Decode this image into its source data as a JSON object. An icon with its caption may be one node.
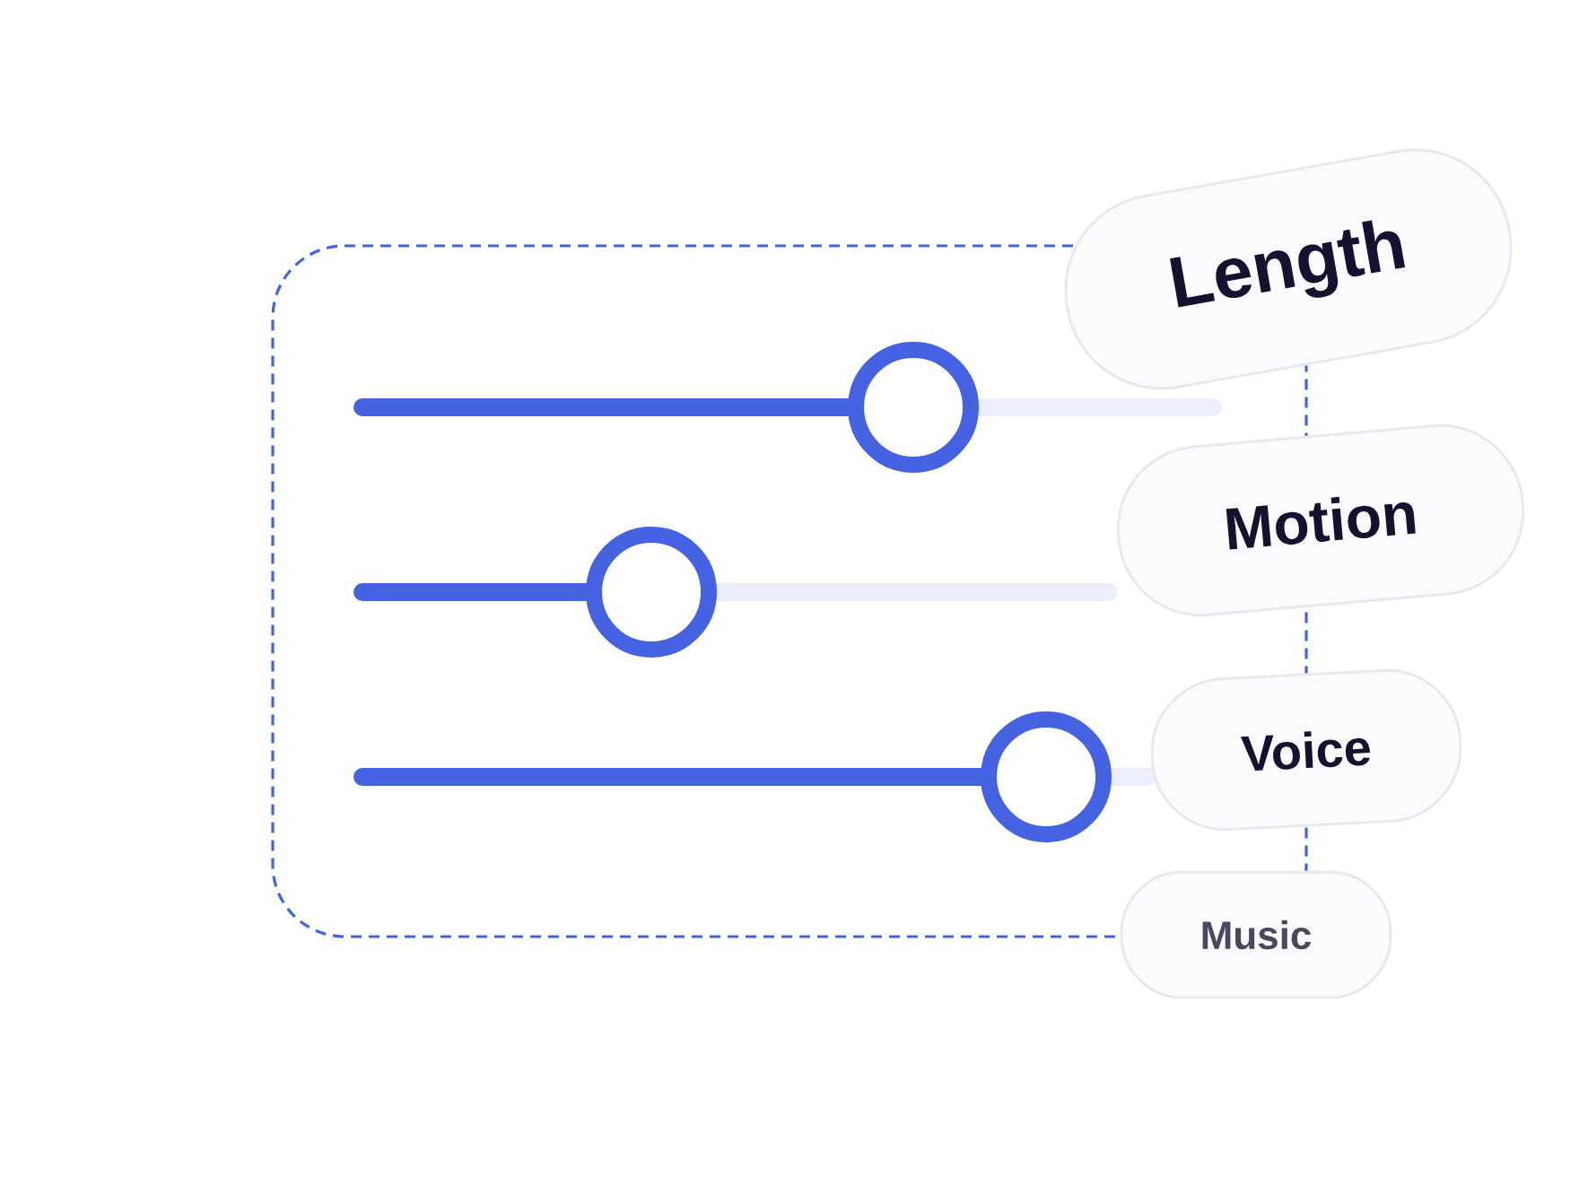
{
  "diagram": {
    "nodes": [
      {
        "text": [],
        "shape": "box"
      },
      {
        "text": [
          "Length"
        ]
      },
      {
        "text": [
          "Motion"
        ]
      },
      {
        "text": [
          "Voice"
        ]
      },
      {
        "text": [
          "Music"
        ]
      }
    ]
  }
}
